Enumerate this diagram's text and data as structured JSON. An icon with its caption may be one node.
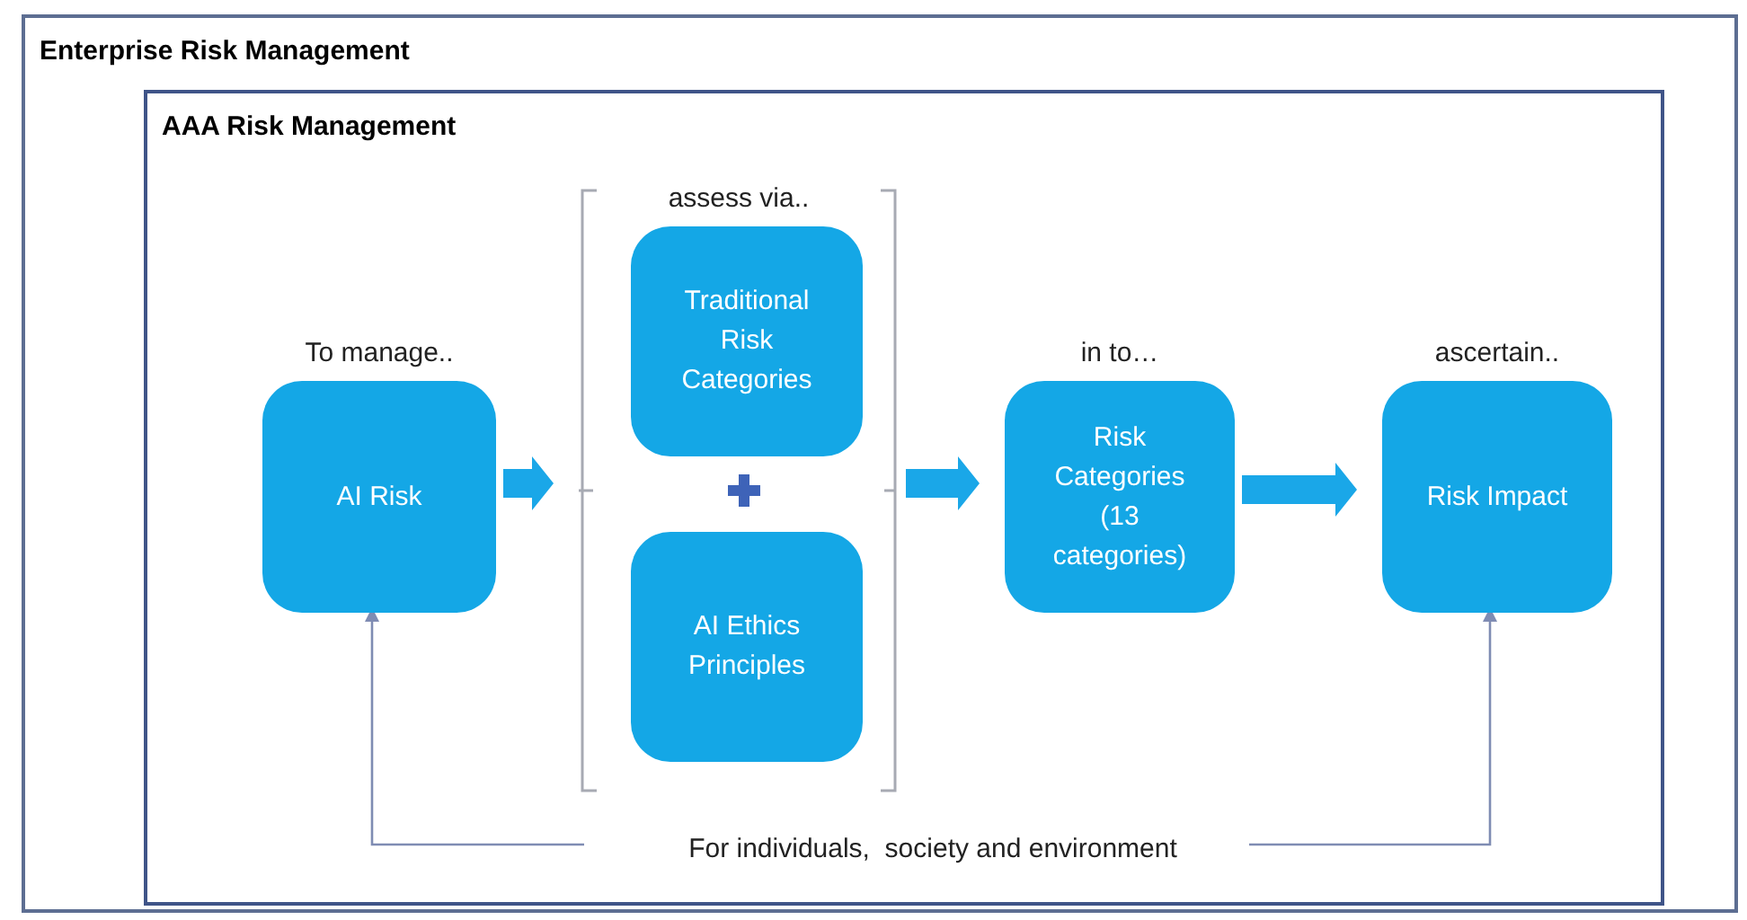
{
  "diagram": {
    "nodes": [
      {
        "text": [
          "Enterprise Risk Management"
        ]
      },
      {
        "text": [
          "AAA Risk Management"
        ],
        "in": 0
      },
      {
        "text": [
          "AI Risk"
        ],
        "beside": [
          "To manage.."
        ],
        "in": 1
      },
      {
        "text": [
          "assess via.."
        ],
        "in": 1
      },
      {
        "text": [
          "Traditional Risk Categories"
        ],
        "in": 3
      },
      {
        "text": [
          "AI Ethics Principles"
        ],
        "in": 3
      },
      {
        "text": [
          "Risk Categories (13 categories)"
        ],
        "beside": [
          "in to…"
        ],
        "in": 1
      },
      {
        "text": [
          "Risk Impact"
        ],
        "beside": [
          "ascertain.."
        ],
        "in": 1
      },
      {
        "text": [
          "For individuals,  society and environment"
        ],
        "in": 1
      }
    ],
    "edges": [
      {
        "from": 2,
        "to": 3,
        "arrow": "to",
        "style": "thick"
      },
      {
        "from": 3,
        "to": 6,
        "arrow": "to",
        "style": "thick"
      },
      {
        "from": 6,
        "to": 7,
        "arrow": "to",
        "style": "thick"
      },
      {
        "from": 8,
        "to": 2,
        "arrow": "to",
        "color": "#7f8cb3"
      },
      {
        "from": 8,
        "to": 7,
        "arrow": "to",
        "color": "#7f8cb3"
      }
    ]
  }
}
